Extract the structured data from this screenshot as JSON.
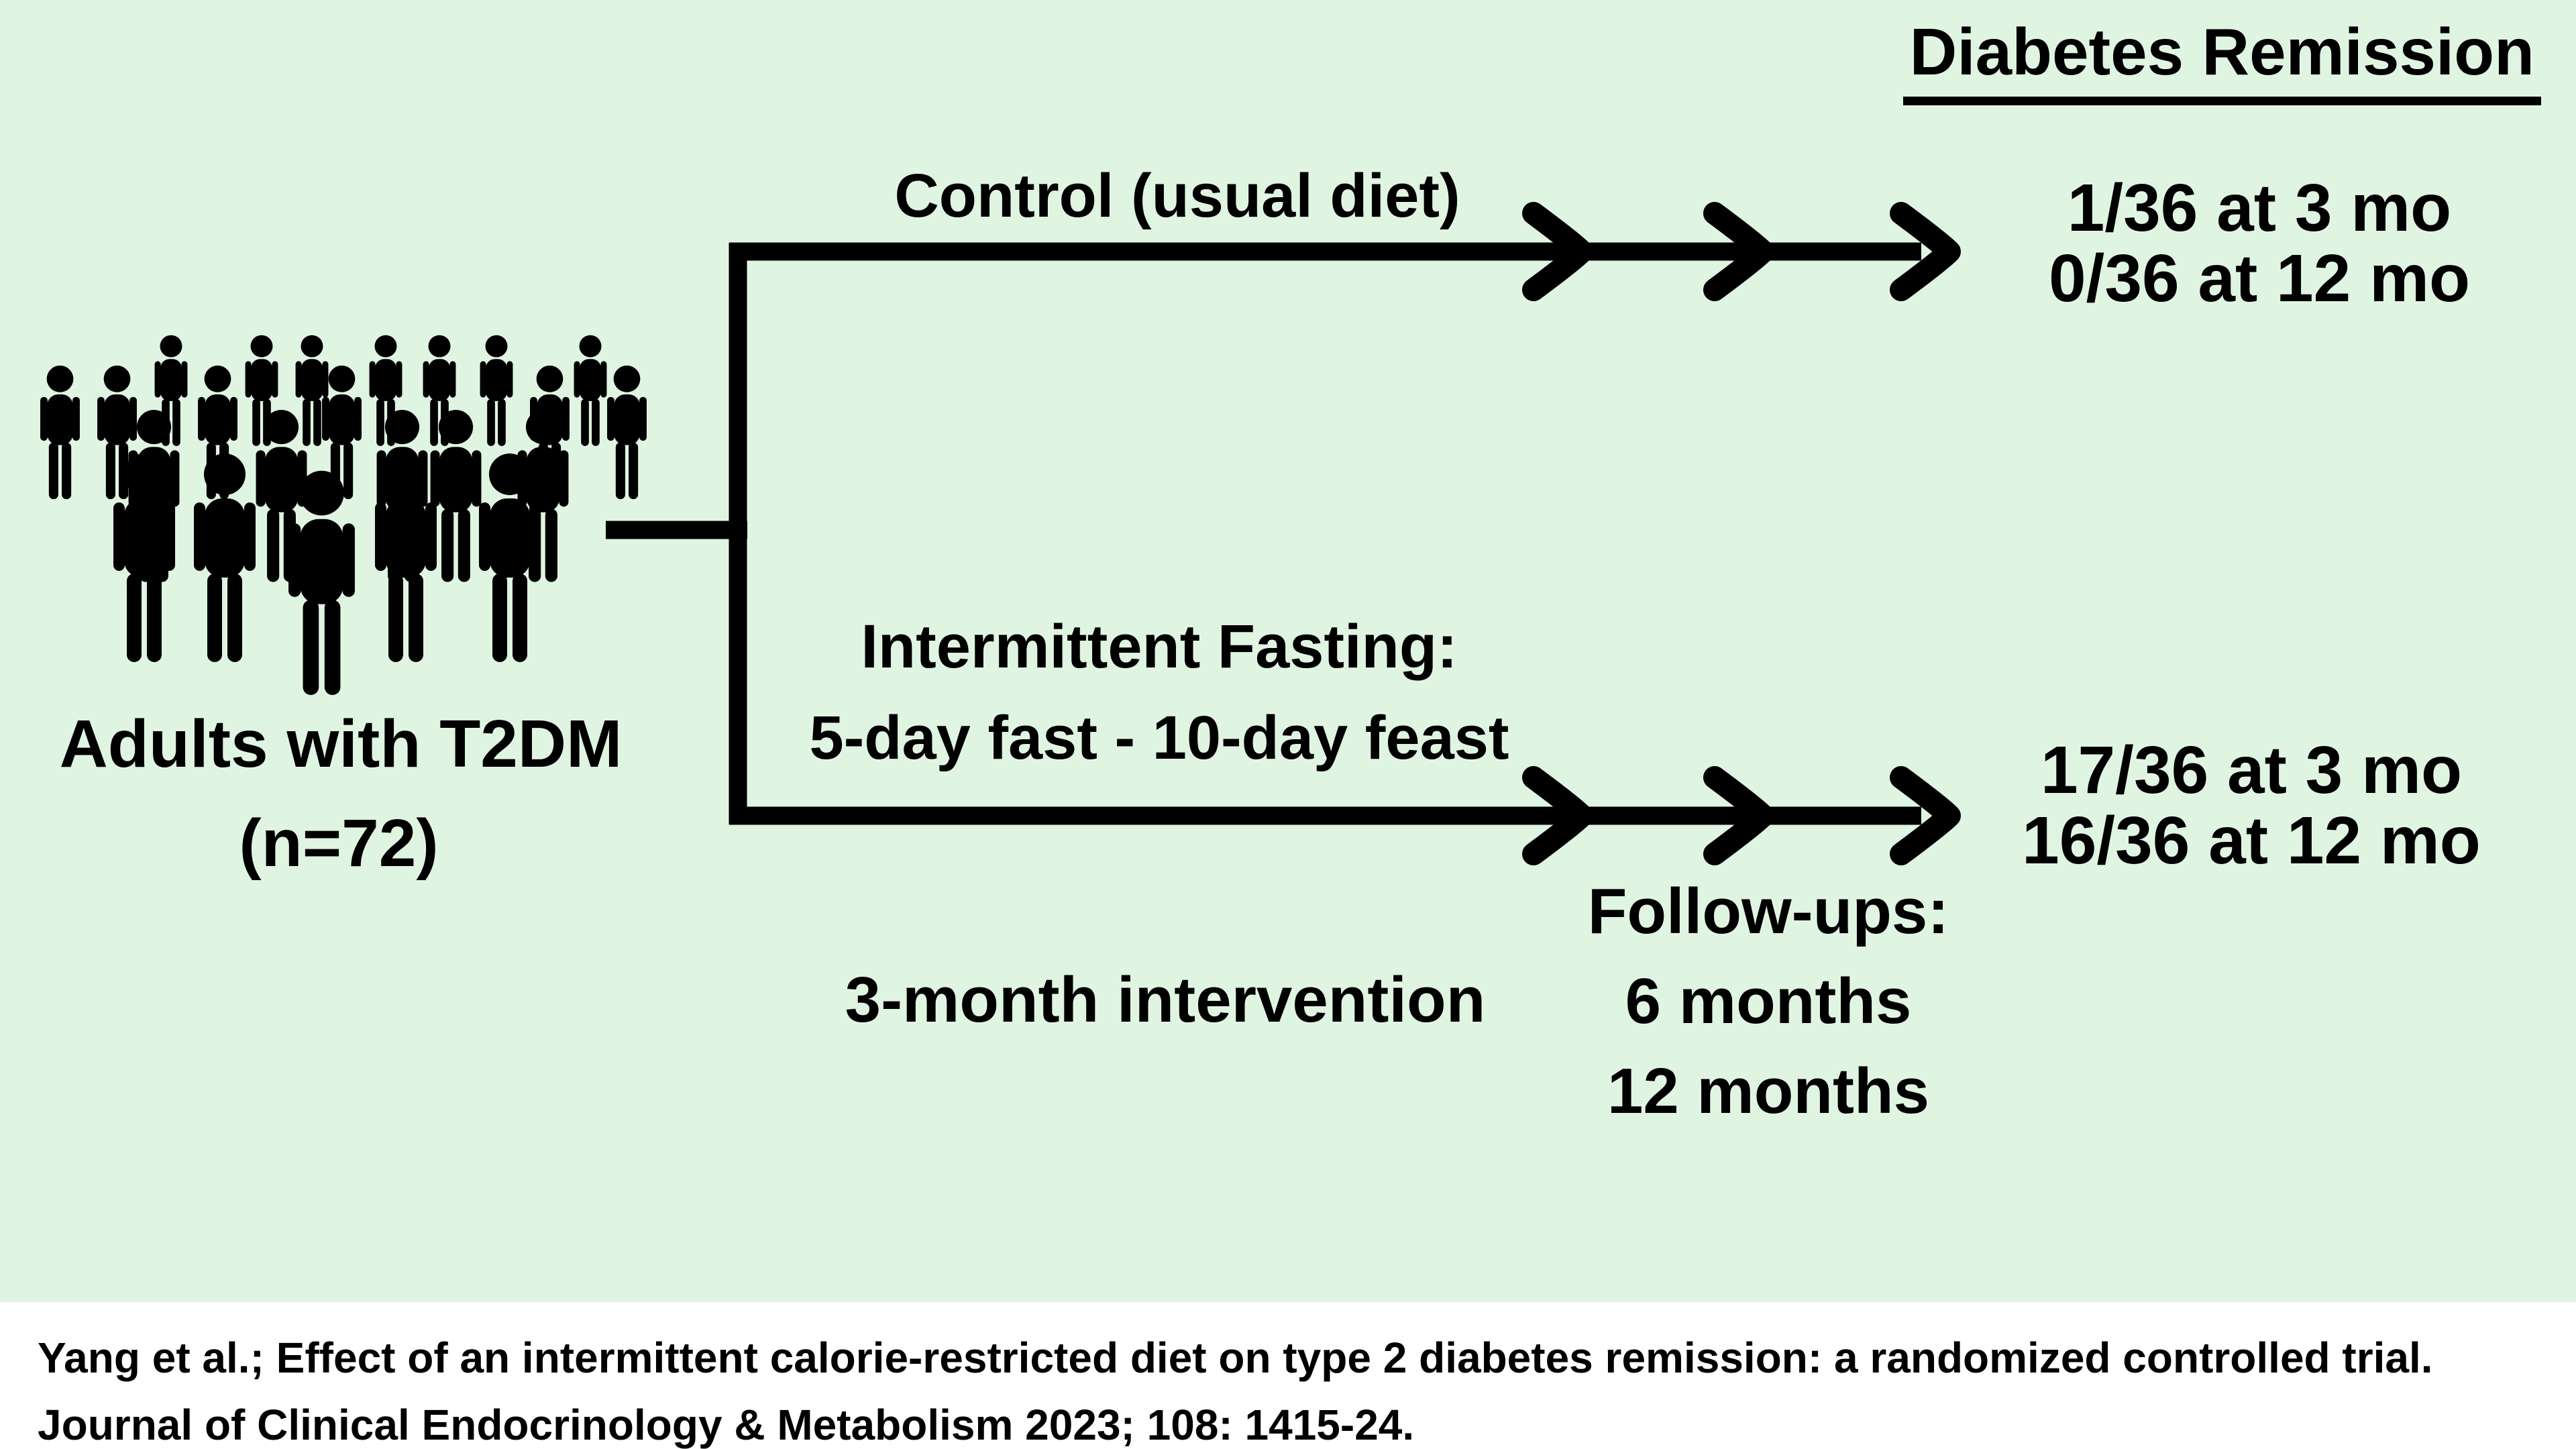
{
  "diagram_title": "Diabetes Remission",
  "population": {
    "line1": "Adults with T2DM",
    "line2": "(n=72)"
  },
  "control_branch": {
    "label": "Control (usual diet)",
    "results": {
      "line1": "1/36 at 3 mo",
      "line2": "0/36 at 12 mo"
    }
  },
  "intervention_branch": {
    "label_line1": "Intermittent Fasting:",
    "label_line2": "5-day fast - 10-day feast",
    "results": {
      "line1": "17/36 at 3 mo",
      "line2": "16/36 at 12 mo"
    }
  },
  "timeline": {
    "intervention": "3-month intervention",
    "followups_heading": "Follow-ups:",
    "followup_times": [
      "6 months",
      "12 months"
    ]
  },
  "citation": {
    "line1": "Yang et al.; Effect of an intermittent calorie-restricted diet on type 2 diabetes remission: a randomized controlled trial.",
    "line2": "Journal of Clinical Endocrinology & Metabolism 2023; 108: 1415-24."
  },
  "colors": {
    "background": "#e0f4e2",
    "ink": "#000000",
    "footer_background": "#ffffff"
  }
}
